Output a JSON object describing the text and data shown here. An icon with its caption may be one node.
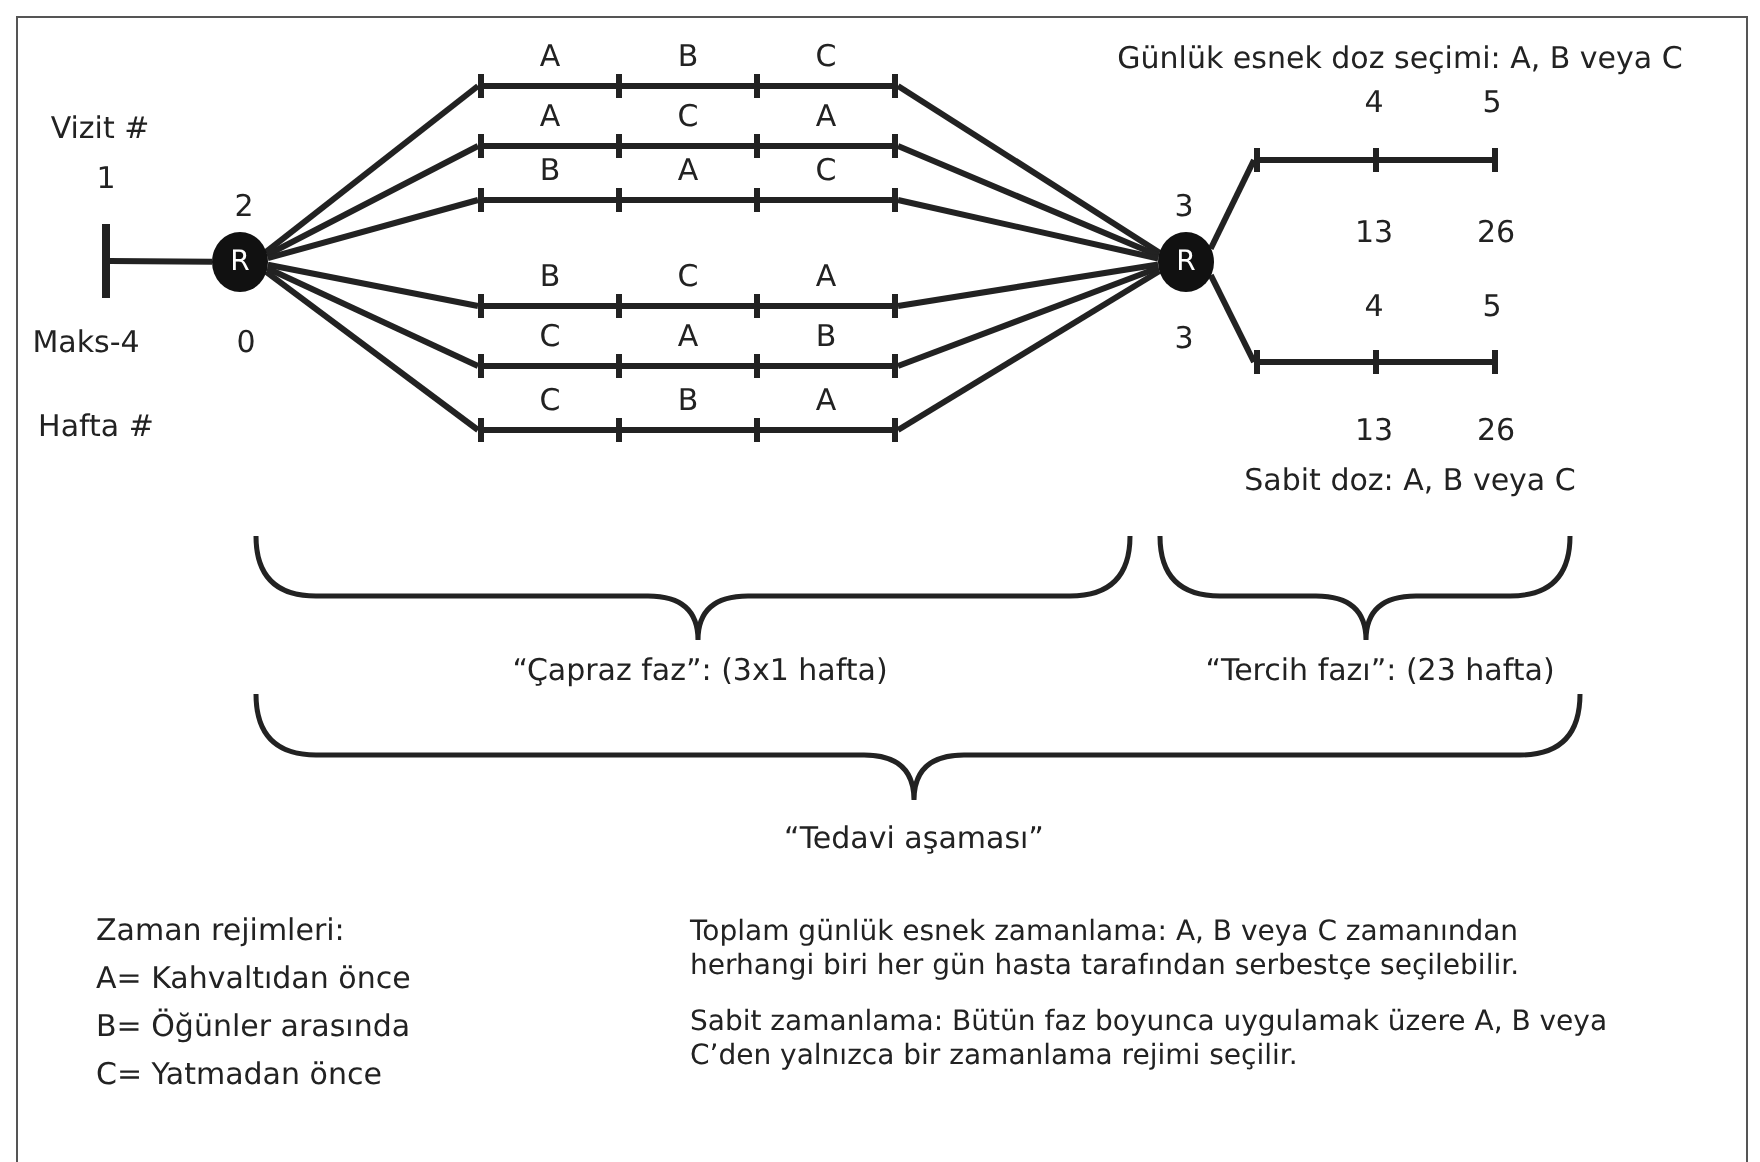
{
  "diagram": {
    "nodes": [
      {
        "text": [],
        "shape": "bar",
        "beside": [
          "1",
          "Maks-4"
        ]
      },
      {
        "text": [
          "R"
        ],
        "beside": [
          "2",
          "0"
        ]
      },
      {
        "text": [],
        "shape": "line",
        "beside": [
          "A",
          "B",
          "C"
        ]
      },
      {
        "text": [],
        "shape": "line",
        "beside": [
          "A",
          "C",
          "A"
        ]
      },
      {
        "text": [],
        "shape": "line",
        "beside": [
          "B",
          "A",
          "C"
        ]
      },
      {
        "text": [],
        "shape": "line",
        "beside": [
          "B",
          "C",
          "A"
        ]
      },
      {
        "text": [],
        "shape": "line",
        "beside": [
          "C",
          "A",
          "B"
        ]
      },
      {
        "text": [],
        "shape": "line",
        "beside": [
          "C",
          "B",
          "A"
        ]
      },
      {
        "text": [
          "R"
        ],
        "beside": [
          "3",
          "3"
        ]
      },
      {
        "text": [],
        "shape": "line",
        "beside": [
          "4",
          "5",
          "13",
          "26"
        ]
      },
      {
        "text": [],
        "shape": "line",
        "beside": [
          "4",
          "5",
          "13",
          "26"
        ]
      }
    ],
    "edges": [
      {
        "from": 0,
        "to": 1,
        "arrow": "none"
      },
      {
        "from": 1,
        "to": 2,
        "arrow": "none"
      },
      {
        "from": 1,
        "to": 3,
        "arrow": "none"
      },
      {
        "from": 1,
        "to": 4,
        "arrow": "none"
      },
      {
        "from": 1,
        "to": 5,
        "arrow": "none"
      },
      {
        "from": 1,
        "to": 6,
        "arrow": "none"
      },
      {
        "from": 1,
        "to": 7,
        "arrow": "none"
      },
      {
        "from": 2,
        "to": 8,
        "arrow": "none"
      },
      {
        "from": 3,
        "to": 8,
        "arrow": "none"
      },
      {
        "from": 4,
        "to": 8,
        "arrow": "none"
      },
      {
        "from": 5,
        "to": 8,
        "arrow": "none"
      },
      {
        "from": 6,
        "to": 8,
        "arrow": "none"
      },
      {
        "from": 7,
        "to": 8,
        "arrow": "none"
      },
      {
        "from": 8,
        "to": 9,
        "arrow": "none"
      },
      {
        "from": 8,
        "to": 10,
        "arrow": "none"
      }
    ],
    "labels": [
      "Günlük esnek doz seçimi: A, B veya C",
      "Vizit #",
      "Hafta #",
      "Sabit doz: A, B veya C",
      "“Çapraz faz”: (3x1 hafta)",
      "“Tercih fazı”: (23 hafta)",
      "“Tedavi aşaması”",
      "Zaman rejimleri:",
      "A= Kahvaltıdan önce",
      "B= Öğünler arasında",
      "C= Yatmadan önce",
      "Toplam günlük esnek zamanlama: A, B veya C zamanından herhangi biri her gün hasta tarafından serbestçe seçilebilir.",
      "Sabit zamanlama: Bütün faz boyunca uygulamak üzere A, B veya C’den yalnızca bir zamanlama rejimi seçilir."
    ]
  }
}
